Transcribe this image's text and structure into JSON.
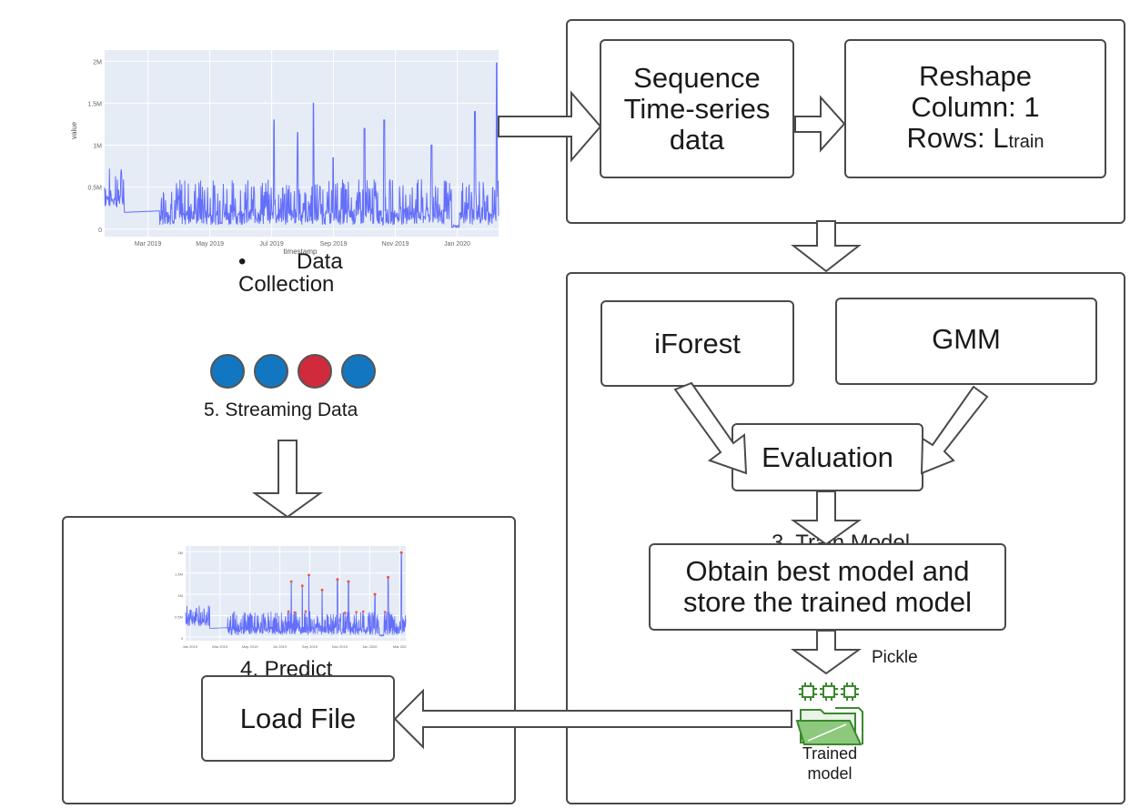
{
  "collection": {
    "bullet": "•",
    "title_line1": "Data",
    "title_line2": "Collection",
    "chart_data": {
      "type": "line",
      "ylabel": "value",
      "xlabel": "timestamp",
      "y_ticks": [
        "0",
        "0.5M",
        "1M",
        "1.5M",
        "2M"
      ],
      "x_ticks": [
        "Mar 2019",
        "May 2019",
        "Jul 2019",
        "Sep 2019",
        "Nov 2019",
        "Jan 2020"
      ],
      "ylim": [
        0,
        2000000
      ],
      "series_color": "#636EFA",
      "bg_color": "#E5ECF6"
    }
  },
  "streaming": {
    "label": "5. Streaming Data",
    "dots": [
      "#1277c0",
      "#1277c0",
      "#d02a3c",
      "#1277c0"
    ]
  },
  "preprocess": {
    "sequence_line1": "Sequence",
    "sequence_line2": "Time-series",
    "sequence_line3": "data",
    "reshape_line1": "Reshape",
    "reshape_line2": "Column: 1",
    "reshape_line3_prefix": "Rows: L",
    "reshape_line3_sub": "train"
  },
  "training": {
    "iforest": "iForest",
    "gmm": "GMM",
    "evaluation": "Evaluation",
    "hidden_label": "3. Train Model",
    "best_line1": "Obtain best model and",
    "best_line2": "store the trained model",
    "pickle": "Pickle",
    "trained_line1": "Trained",
    "trained_line2": "model"
  },
  "predict": {
    "label": "4. Predict",
    "load_file": "Load File",
    "chart_data": {
      "type": "line",
      "x_ticks": [
        "Jan 2019",
        "Mar 2019",
        "May 2019",
        "Jul 2019",
        "Sep 2019",
        "Nov 2019",
        "Jan 2020",
        "Mar 202"
      ],
      "y_ticks": [
        "0",
        "0.5M",
        "1M",
        "1.5M",
        "2M"
      ],
      "ylim": [
        0,
        2000000
      ],
      "series_color": "#636EFA",
      "anomaly_color": "#EF553B",
      "bg_color": "#E5ECF6"
    }
  },
  "colors": {
    "border": "#4a4a4a",
    "arrow_fill": "#ffffff",
    "icon_green": "#3a8a2e"
  }
}
